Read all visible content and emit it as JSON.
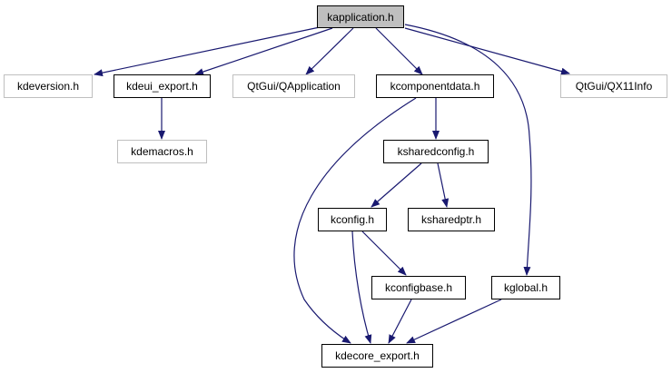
{
  "graph": {
    "edge_color": "#191970",
    "nodes": [
      {
        "id": "kapplication",
        "label": "kapplication.h",
        "kind": "root"
      },
      {
        "id": "kdeversion",
        "label": "kdeversion.h",
        "kind": "external"
      },
      {
        "id": "kdeui_export",
        "label": "kdeui_export.h",
        "kind": "documented"
      },
      {
        "id": "qapplication",
        "label": "QtGui/QApplication",
        "kind": "external"
      },
      {
        "id": "kcomponentdata",
        "label": "kcomponentdata.h",
        "kind": "documented"
      },
      {
        "id": "qx11info",
        "label": "QtGui/QX11Info",
        "kind": "external"
      },
      {
        "id": "kdemacros",
        "label": "kdemacros.h",
        "kind": "external"
      },
      {
        "id": "ksharedconfig",
        "label": "ksharedconfig.h",
        "kind": "documented"
      },
      {
        "id": "kconfig",
        "label": "kconfig.h",
        "kind": "documented"
      },
      {
        "id": "ksharedptr",
        "label": "ksharedptr.h",
        "kind": "documented"
      },
      {
        "id": "kconfigbase",
        "label": "kconfigbase.h",
        "kind": "documented"
      },
      {
        "id": "kglobal",
        "label": "kglobal.h",
        "kind": "documented"
      },
      {
        "id": "kdecore_export",
        "label": "kdecore_export.h",
        "kind": "documented"
      }
    ],
    "edges": [
      {
        "from": "kapplication",
        "to": "kdeversion"
      },
      {
        "from": "kapplication",
        "to": "kdeui_export"
      },
      {
        "from": "kapplication",
        "to": "qapplication"
      },
      {
        "from": "kapplication",
        "to": "kcomponentdata"
      },
      {
        "from": "kapplication",
        "to": "qx11info"
      },
      {
        "from": "kapplication",
        "to": "kglobal"
      },
      {
        "from": "kdeui_export",
        "to": "kdemacros"
      },
      {
        "from": "kcomponentdata",
        "to": "ksharedconfig"
      },
      {
        "from": "kcomponentdata",
        "to": "kdecore_export"
      },
      {
        "from": "ksharedconfig",
        "to": "kconfig"
      },
      {
        "from": "ksharedconfig",
        "to": "ksharedptr"
      },
      {
        "from": "kconfig",
        "to": "kconfigbase"
      },
      {
        "from": "kconfig",
        "to": "kdecore_export"
      },
      {
        "from": "kconfigbase",
        "to": "kdecore_export"
      },
      {
        "from": "kglobal",
        "to": "kdecore_export"
      }
    ]
  }
}
